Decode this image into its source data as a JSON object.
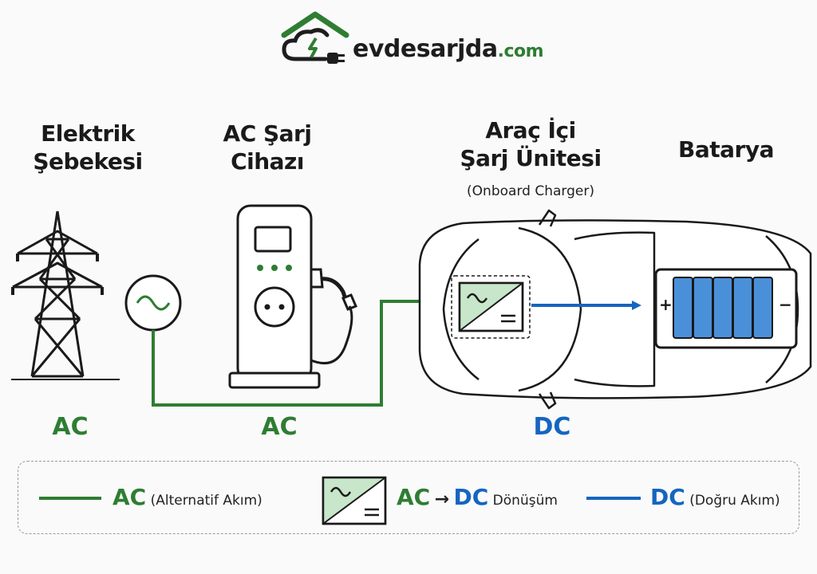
{
  "brand": {
    "name": "evdesarjda",
    "tld": ".com"
  },
  "stages": [
    {
      "id": "grid",
      "title_lines": [
        "Elektrik",
        "Şebekesi"
      ]
    },
    {
      "id": "charger",
      "title_lines": [
        "AC Şarj",
        "Cihazı"
      ]
    },
    {
      "id": "obc",
      "title_lines": [
        "Araç İçi",
        "Şarj Ünitesi"
      ],
      "subtitle": "(Onboard Charger)"
    },
    {
      "id": "battery",
      "title_lines": [
        "Batarya"
      ]
    }
  ],
  "flow_labels": {
    "grid": "AC",
    "charger": "AC",
    "car": "DC"
  },
  "battery": {
    "plus": "+",
    "minus": "−"
  },
  "legend": {
    "ac": {
      "label": "AC",
      "desc": "(Alternatif Akım)"
    },
    "conv": {
      "from": "AC",
      "arrow": "→",
      "to": "DC",
      "desc": "Dönüşüm"
    },
    "dc": {
      "label": "DC",
      "desc": "(Doğru Akım)"
    }
  },
  "colors": {
    "ac": "#2e7d32",
    "dc": "#1565c0",
    "converter_fill": "#c8e6c9",
    "battery_cell": "#4a90d9"
  }
}
